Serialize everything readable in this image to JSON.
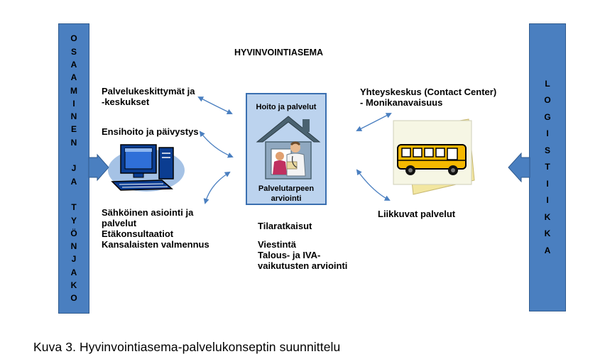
{
  "diagram": {
    "title": "HYVINVOINTIASEMA",
    "left_bar": {
      "letters": [
        "O",
        "S",
        "A",
        "A",
        "M",
        "I",
        "N",
        "E",
        "N",
        "",
        "J",
        "A",
        "",
        "T",
        "Y",
        "Ö",
        "N",
        "J",
        "A",
        "K",
        "O"
      ]
    },
    "right_bar": {
      "letters": [
        "L",
        "O",
        "G",
        "I",
        "S",
        "T",
        "I",
        "I",
        "K",
        "K",
        "A"
      ]
    },
    "center_box": {
      "top_label": "Hoito ja palvelut",
      "bottom_label_line1": "Palvelutarpeen",
      "bottom_label_line2": "arviointi"
    },
    "left_labels": {
      "service_centers_line1": "Palvelukeskittymät ja",
      "service_centers_line2": "-keskukset",
      "first_aid": "Ensihoito ja päivystys",
      "eservices_line1": "Sähköinen asiointi ja",
      "eservices_line2": "palvelut",
      "teleconsult": "Etäkonsultaatiot",
      "coaching": "Kansalaisten valmennus"
    },
    "center_labels": {
      "facilities": "Tilaratkaisut",
      "communication": "Viestintä",
      "assessment_line1": "Talous- ja IVA-",
      "assessment_line2": "vaikutusten arviointi"
    },
    "right_labels": {
      "contact_line1": "Yhteyskeskus  (Contact Center)",
      "contact_line2": "-  Monikanavaisuus",
      "mobile": "Liikkuvat palvelut"
    },
    "colors": {
      "bar": "#4a7fc0",
      "box": "#bcd3ee",
      "arrow": "#4a7fc0"
    },
    "icons": [
      "computer-icon",
      "house-doctor-icon",
      "school-bus-icon"
    ]
  },
  "caption": "Kuva 3. Hyvinvointiasema-palvelukonseptin suunnittelu"
}
